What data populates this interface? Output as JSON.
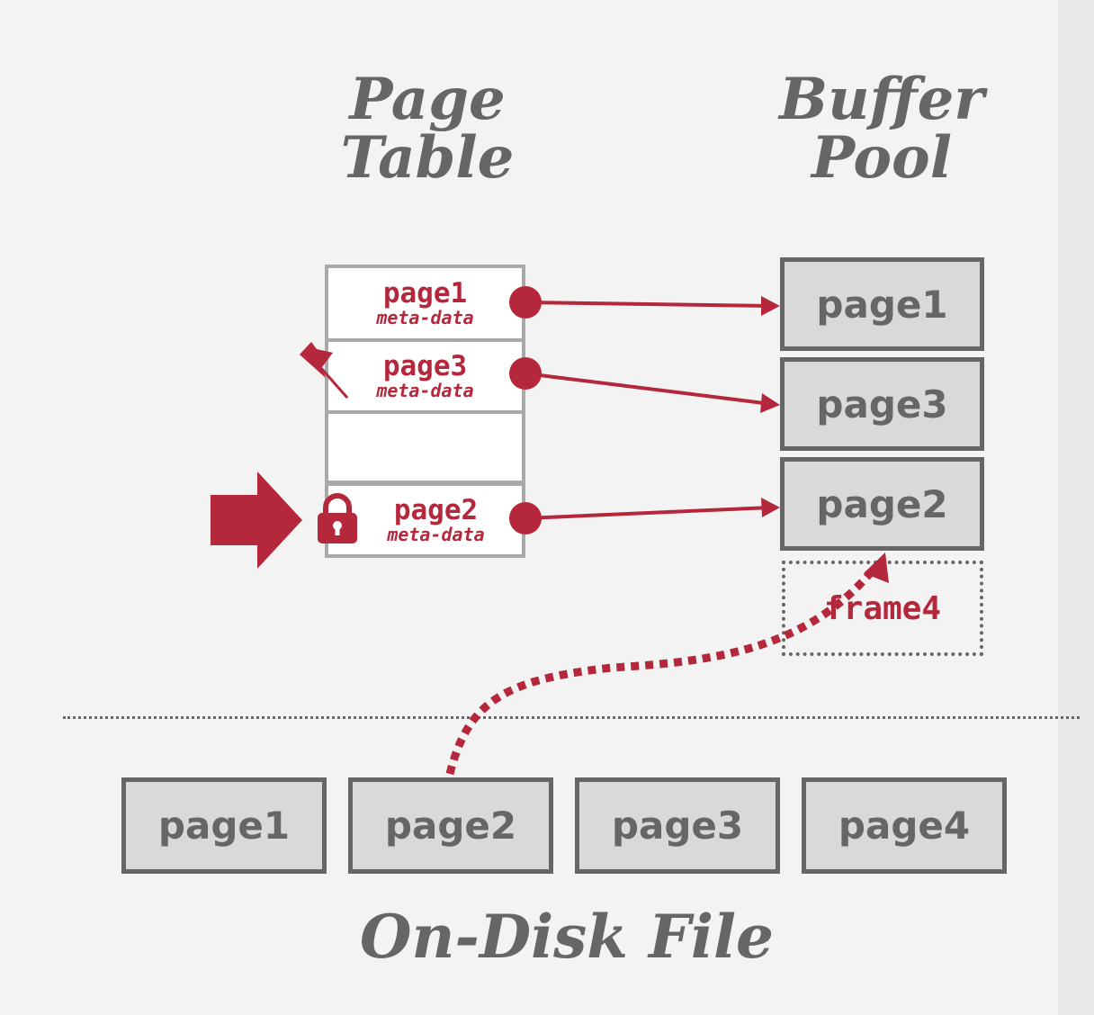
{
  "titles": {
    "page_table": [
      "Page",
      "Table"
    ],
    "buffer_pool": [
      "Buffer",
      "Pool"
    ],
    "on_disk": "On-Disk File"
  },
  "page_table": {
    "rows": [
      {
        "name": "page1",
        "meta": "meta-data"
      },
      {
        "name": "page3",
        "meta": "meta-data"
      },
      {
        "name": "",
        "meta": ""
      },
      {
        "name": "page2",
        "meta": "meta-data"
      }
    ]
  },
  "buffer_pool": {
    "frames": [
      "page1",
      "page3",
      "page2"
    ],
    "empty_frame": "frame4"
  },
  "disk_pages": [
    "page1",
    "page2",
    "page3",
    "page4"
  ],
  "colors": {
    "accent": "#b5273b",
    "gray_text": "#666666",
    "box_fill": "#d9d9d9",
    "table_border": "#a9a9a9"
  },
  "icons": [
    "pin-icon",
    "lock-icon",
    "right-arrow-icon"
  ]
}
